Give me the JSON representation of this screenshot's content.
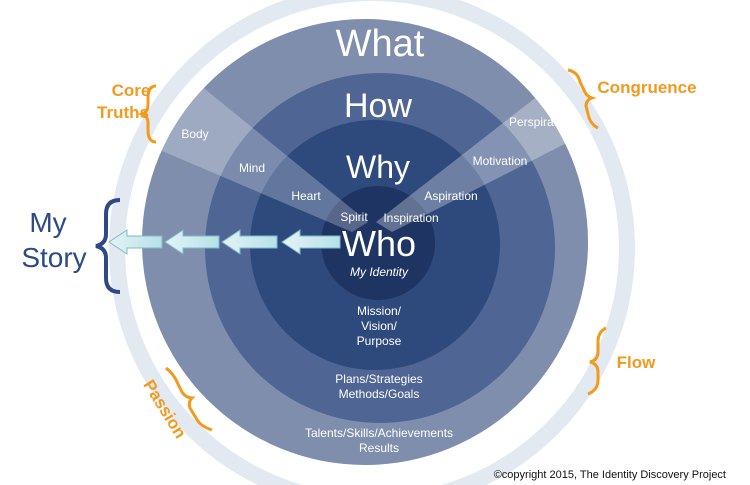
{
  "rings": {
    "outer": {
      "title": "What",
      "items": [
        "Talents/Skills/Achievements",
        "Results"
      ],
      "slice_label": "Body",
      "slice_label_right": "Perspiration"
    },
    "second": {
      "title": "How",
      "items": [
        "Plans/Strategies",
        "Methods/Goals"
      ],
      "slice_label": "Mind",
      "slice_label_right": "Motivation"
    },
    "third": {
      "title": "Why",
      "items": [
        "Mission/",
        "Vision/",
        "Purpose"
      ],
      "slice_label": "Heart",
      "slice_label_right": "Aspiration"
    },
    "core": {
      "title": "Who",
      "subtitle": "My Identity",
      "slice_label": "Spirit",
      "slice_label_right": "Inspiration"
    }
  },
  "side_labels": {
    "core_truths": [
      "Core",
      "Truths"
    ],
    "congruence": "Congruence",
    "flow": "Flow",
    "passion": "Passion",
    "my_story": [
      "My",
      "Story"
    ]
  },
  "copyright": "©copyright 2015, The Identity Discovery Project",
  "colors": {
    "outer": "#7e8eac",
    "second": "#4f6593",
    "third": "#2e4a7c",
    "core": "#1e3564",
    "accent": "#f39a1e",
    "story": "#2e4a86",
    "arrow": "#c9eaf0"
  }
}
